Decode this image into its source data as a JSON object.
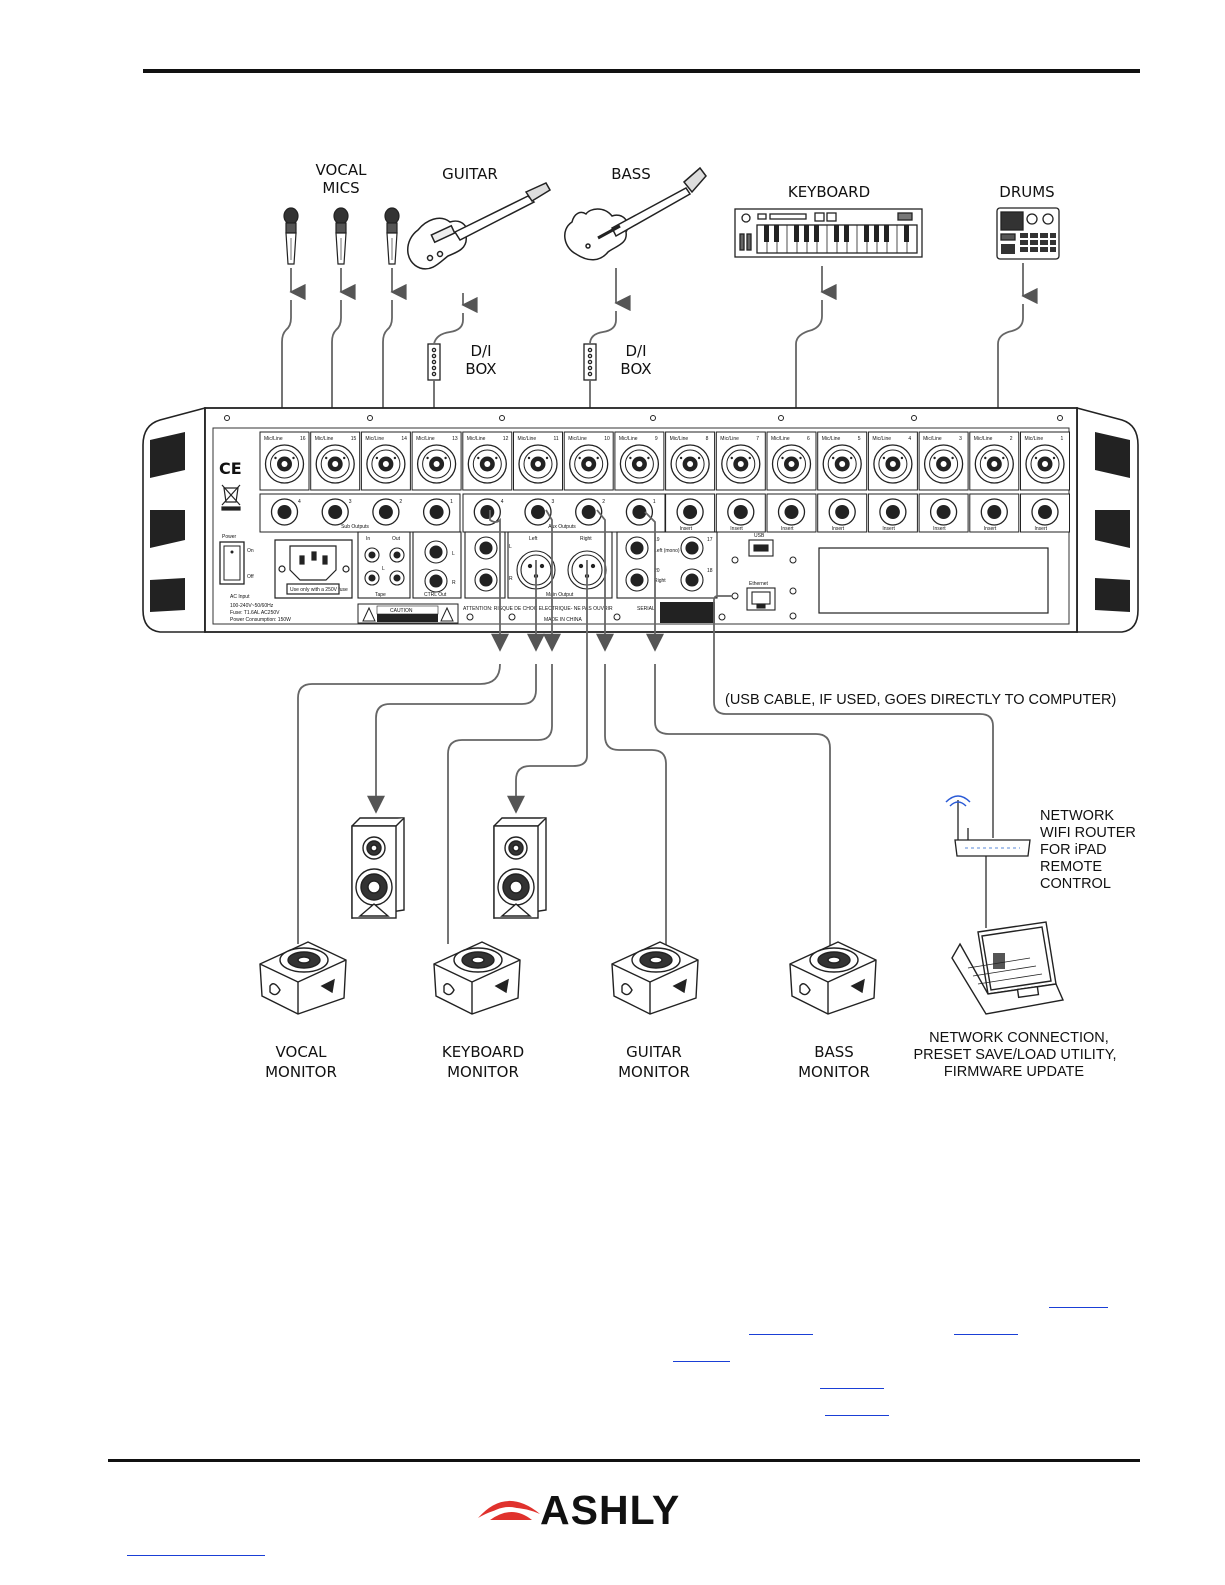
{
  "labels": {
    "vocal_mics_1": "VOCAL",
    "vocal_mics_2": "MICS",
    "guitar": "GUITAR",
    "bass": "BASS",
    "keyboard": "KEYBOARD",
    "drums": "DRUMS",
    "di_box_1": "D/I",
    "di_box_2": "BOX",
    "usb_note": "(USB CABLE, IF USED, GOES DIRECTLY TO COMPUTER)",
    "router_1": "NETWORK",
    "router_2": "WIFI ROUTER",
    "router_3": "FOR iPAD",
    "router_4": "REMOTE",
    "router_5": "CONTROL",
    "computer_1": "NETWORK CONNECTION,",
    "computer_2": "PRESET SAVE/LOAD UTILITY,",
    "computer_3": "FIRMWARE UPDATE",
    "vocal_monitor_1": "VOCAL",
    "vocal_monitor_2": "MONITOR",
    "keyboard_monitor_1": "KEYBOARD",
    "keyboard_monitor_2": "MONITOR",
    "guitar_monitor_1": "GUITAR",
    "guitar_monitor_2": "MONITOR",
    "bass_monitor_1": "BASS",
    "bass_monitor_2": "MONITOR"
  },
  "panel": {
    "mic_line": "Mic/Line",
    "channels": [
      "16",
      "15",
      "14",
      "13",
      "12",
      "11",
      "10",
      "9",
      "8",
      "7",
      "6",
      "5",
      "4",
      "3",
      "2",
      "1"
    ],
    "insert": "Insert",
    "sub_outputs": "Sub Outputs",
    "sub_numbers": [
      "4",
      "3",
      "2",
      "1"
    ],
    "aux_outputs": "Aux Outputs",
    "aux_numbers": [
      "4",
      "3",
      "2",
      "1"
    ],
    "main_output": "Main Output",
    "left": "Left",
    "right": "Right",
    "left_mono": "Left (mono)",
    "l": "L",
    "r": "R",
    "tape": "Tape",
    "in": "In",
    "out": "Out",
    "ctrl_out": "CTRL Out",
    "power": "Power",
    "on": "On",
    "off": "Off",
    "ac_input": "AC Input",
    "voltage": "100-240V~50/60Hz",
    "fuse": "Fuse: T1.6AL AC250V",
    "consumption": "Power Consumption: 150W",
    "replace_fuse": "Use only with a 250V fuse",
    "caution": "CAUTION",
    "caution_sub": "RISK OF ELECTRIC SHOCK DO NOT OPEN",
    "attention": "ATTENTION: RISQUE DE CHOC ELECTRIQUE- NE PAS OUVRIR",
    "made_in": "MADE IN CHINA",
    "serial": "SERIAL",
    "usb": "USB",
    "ethernet": "Ethernet",
    "ce": "CE",
    "ch19": "19",
    "ch20": "20",
    "ch17": "17",
    "ch18": "18"
  },
  "brand": "ASHLY"
}
